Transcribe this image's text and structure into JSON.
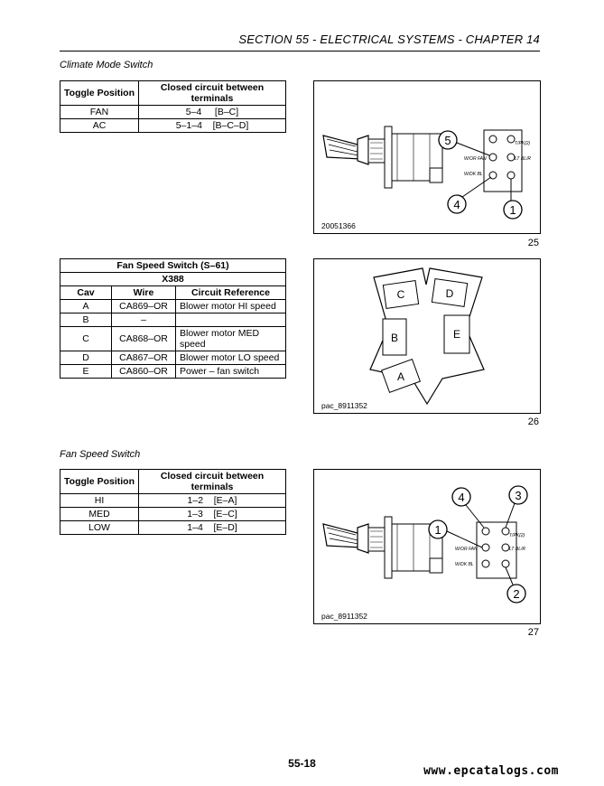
{
  "header": {
    "title": "SECTION 55 - ELECTRICAL SYSTEMS - CHAPTER 14"
  },
  "climate": {
    "heading": "Climate Mode Switch",
    "col1": "Toggle Position",
    "col2": "Closed circuit between terminals",
    "rows": [
      {
        "position": "FAN",
        "circuit": "5–4",
        "terms": "[B–C]"
      },
      {
        "position": "AC",
        "circuit": "5–1–4",
        "terms": "[B–C–D]"
      }
    ]
  },
  "fig25": {
    "id": "20051366",
    "number": "25",
    "callouts": [
      "5",
      "4",
      "1"
    ],
    "wire_labels": [
      "T/PK(2)",
      "W/OR FAN",
      "LT BL/R",
      "W/DK BL"
    ]
  },
  "fanspeed_table": {
    "title": "Fan Speed Switch (S–61)",
    "connector": "X388",
    "cols": [
      "Cav",
      "Wire",
      "Circuit Reference"
    ],
    "rows": [
      {
        "cav": "A",
        "wire": "CA869–OR",
        "ref": "Blower motor HI speed"
      },
      {
        "cav": "B",
        "wire": "–",
        "ref": ""
      },
      {
        "cav": "C",
        "wire": "CA868–OR",
        "ref": "Blower motor MED speed"
      },
      {
        "cav": "D",
        "wire": "CA867–OR",
        "ref": "Blower motor LO speed"
      },
      {
        "cav": "E",
        "wire": "CA860–OR",
        "ref": "Power – fan switch"
      }
    ]
  },
  "fig26": {
    "id": "pac_8911352",
    "number": "26",
    "cavities": [
      "C",
      "D",
      "B",
      "E",
      "A"
    ]
  },
  "fanswitch": {
    "heading": "Fan Speed Switch",
    "col1": "Toggle Position",
    "col2": "Closed circuit between terminals",
    "rows": [
      {
        "position": "HI",
        "circuit": "1–2",
        "terms": "[E–A]"
      },
      {
        "position": "MED",
        "circuit": "1–3",
        "terms": "[E–C]"
      },
      {
        "position": "LOW",
        "circuit": "1–4",
        "terms": "[E–D]"
      }
    ]
  },
  "fig27": {
    "id": "pac_8911352",
    "number": "27",
    "callouts": [
      "4",
      "3",
      "1",
      "2"
    ],
    "wire_labels": [
      "T/PK(2)",
      "W/OR FAN",
      "LT BL/R",
      "W/DK BL"
    ]
  },
  "footer": {
    "page": "55-18",
    "site": "www.epcatalogs.com"
  }
}
